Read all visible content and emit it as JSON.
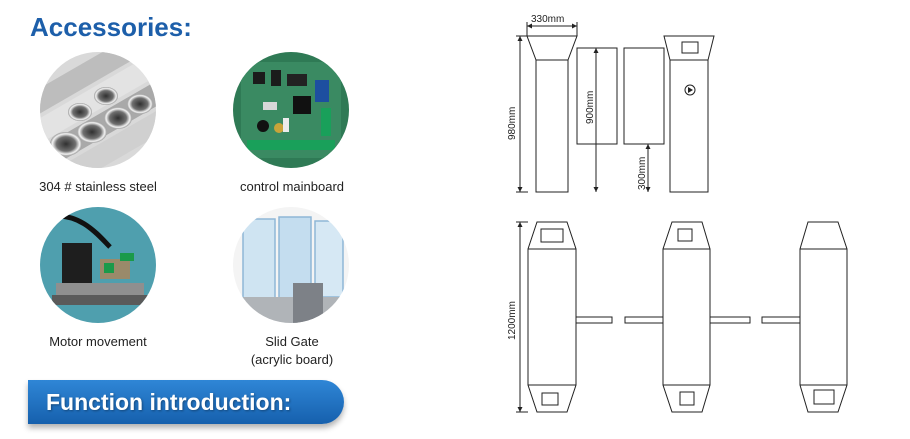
{
  "accessories": {
    "heading": "Accessories:",
    "items": [
      {
        "label": "304 # stainless steel"
      },
      {
        "label": "control mainboard"
      },
      {
        "label": "Motor movement"
      },
      {
        "label": "Slid Gate",
        "label2": "(acrylic board)"
      }
    ]
  },
  "function_intro": {
    "label": "Function introduction:"
  },
  "drawings": {
    "front_view": {
      "width_label": "330mm",
      "height_label": "980mm",
      "panel_label": "900mm",
      "offset_label": "300mm"
    },
    "top_view": {
      "length_label": "1200mm"
    }
  }
}
